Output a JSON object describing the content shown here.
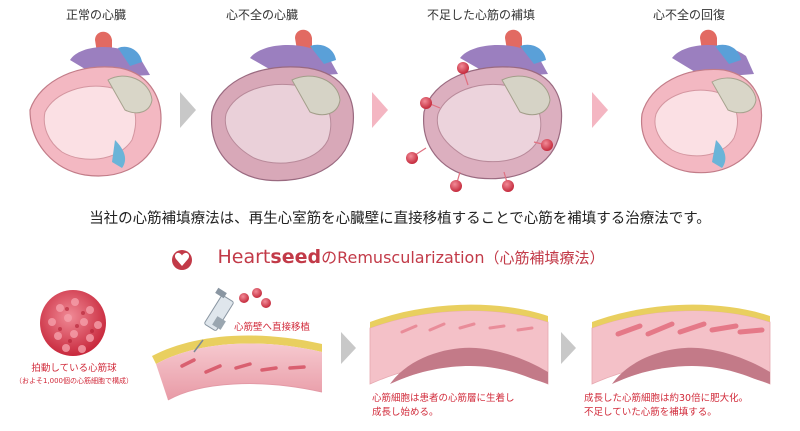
{
  "stages": [
    {
      "label": "正常の心臓"
    },
    {
      "label": "心不全の心臓"
    },
    {
      "label": "不足した心筋の補填"
    },
    {
      "label": "心不全の回復"
    }
  ],
  "description": "当社の心筋補填療法は、再生心室筋を心臓壁に直接移植することで心筋を補填する治療法です。",
  "brand": {
    "heart": "Heart",
    "seed": "seed",
    "no": "の",
    "name": "Remuscularization",
    "suffix": "（心筋補填療法）"
  },
  "steps": {
    "sphere_label": "拍動している心筋球",
    "sphere_note": "（およそ1,000個の心筋細胞で構成）",
    "injection_label": "心筋壁へ直接移植",
    "engraft_label_1": "心筋細胞は患者の心筋層に生着し",
    "engraft_label_2": "成長し始める。",
    "grow_label_1": "成長した心筋細胞は約30倍に肥大化。",
    "grow_label_2": "不足していた心筋を補填する。"
  },
  "colors": {
    "brand_red": "#c23a48",
    "arrow_gray": "#c8c8c8",
    "arrow_pink": "#f4b6c2",
    "heart_pink": "#f3b8c2",
    "cell_red": "#d84456"
  }
}
